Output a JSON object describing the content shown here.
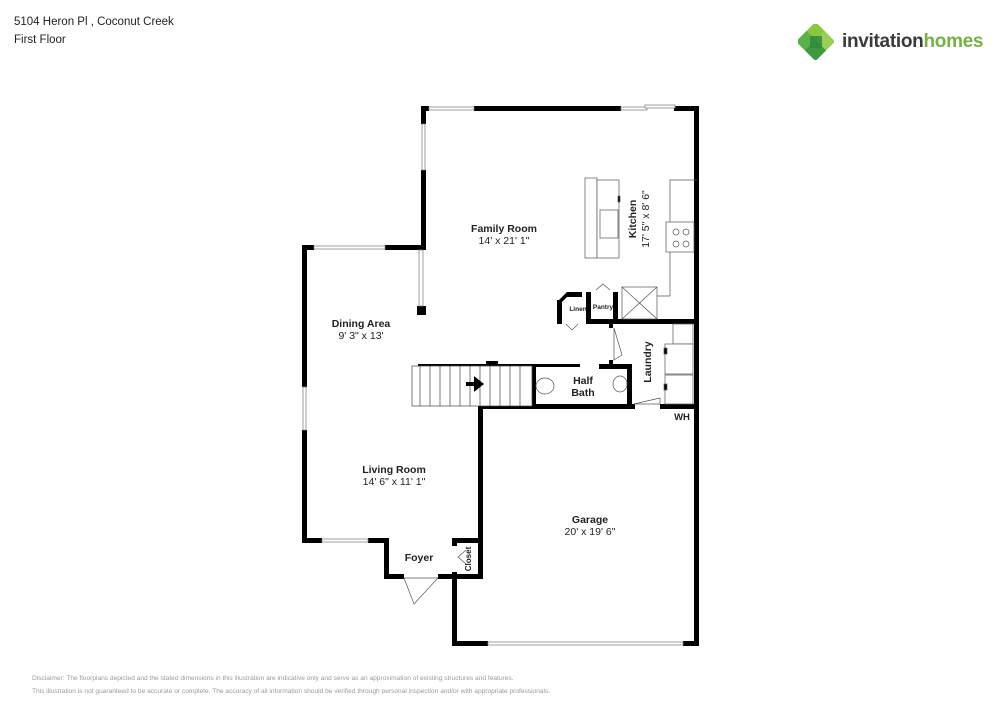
{
  "header": {
    "address": "5104 Heron Pl , Coconut Creek",
    "floor": "First Floor"
  },
  "logo": {
    "icon": "invitation-homes-logo-icon",
    "word1": "invitation",
    "word2": "homes",
    "colors": {
      "dark": "#3a3a3a",
      "green": "#76b043",
      "darkGreen": "#2e8b3a"
    }
  },
  "rooms": {
    "family_room": {
      "name": "Family Room",
      "dims": "14' x 21' 1\""
    },
    "kitchen": {
      "name": "Kitchen",
      "dims": "17' 5\" x 8' 6\""
    },
    "dining_area": {
      "name": "Dining Area",
      "dims": "9' 3\" x 13'"
    },
    "living_room": {
      "name": "Living Room",
      "dims": "14' 6\" x 11' 1\""
    },
    "garage": {
      "name": "Garage",
      "dims": "20' x 19' 6\""
    },
    "half_bath": {
      "name1": "Half",
      "name2": "Bath"
    },
    "laundry": {
      "name": "Laundry"
    },
    "foyer": {
      "name": "Foyer"
    },
    "closet": {
      "name": "Closet"
    },
    "linen": {
      "name": "Linen"
    },
    "pantry": {
      "name": "Pantry"
    },
    "wh": {
      "name": "WH"
    }
  },
  "disclaimer": {
    "line1": "Disclaimer: The floorplans depicted and the stated dimensions in this illustration are indicative only and serve as an approximation of existing structures and features.",
    "line2": "This illustration is not guaranteed to be accurate or complete. The accuracy of all information should be verified through personal inspection and/or with appropriate professionals."
  }
}
